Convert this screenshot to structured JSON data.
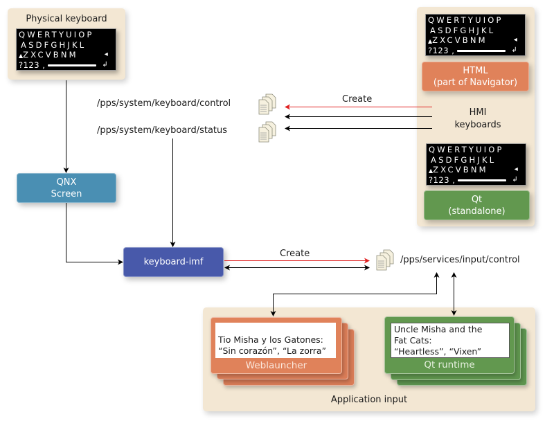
{
  "keyboard_layout": {
    "row1": "QWERTYUIOP",
    "row2": "ASDFGHJKL",
    "row3": "ZXCVBNM",
    "row4_left": "?123 ,",
    "shift_icon": "▲",
    "backspace_icon": "◂",
    "enter_icon": "↲"
  },
  "physical_keyboard": {
    "title": "Physical keyboard"
  },
  "hmi_panel": {
    "label": "HMI\nkeyboards",
    "label_line1": "HMI",
    "label_line2": "keyboards",
    "html_box": {
      "line1": "HTML",
      "line2": "(part of Navigator)"
    },
    "qt_box": {
      "line1": "Qt",
      "line2": "(standalone)"
    }
  },
  "pps": {
    "keyboard_control": "/pps/system/keyboard/control",
    "keyboard_status": "/pps/system/keyboard/status",
    "input_control": "/pps/services/input/control"
  },
  "arrows": {
    "create_top": "Create",
    "create_bottom": "Create"
  },
  "qnx_screen": {
    "line1": "QNX",
    "line2": "Screen"
  },
  "keyboard_imf": {
    "label": "keyboard-imf"
  },
  "application_input": {
    "title": "Application input",
    "weblauncher": {
      "label": "Weblauncher",
      "text_line1": "Tio Misha y los Gatones:",
      "text_line2": "“Sin corazón”, “La zorra”"
    },
    "qt_runtime": {
      "label": "Qt runtime",
      "text_line1": "Uncle Misha and the",
      "text_line2": "Fat Cats:",
      "text_line3": "“Heartless”, “Vixen”"
    }
  },
  "colors": {
    "panel_bg": "#f3e7d3",
    "html_orange": "#e0825a",
    "qt_green": "#62984f",
    "qnx_blue": "#4a8fb3",
    "imf_indigo": "#4859aa",
    "create_red": "#e02020"
  }
}
